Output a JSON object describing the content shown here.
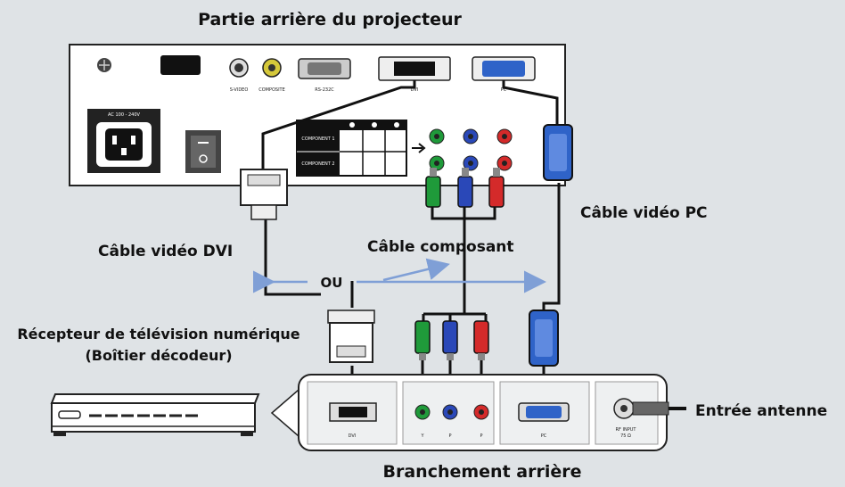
{
  "labels": {
    "projector_title": "Partie arrière du projecteur",
    "pc_cable": "Câble vidéo PC",
    "dvi_cable": "Câble vidéo DVI",
    "component_cable": "Câble composant",
    "or": "OU",
    "receiver_line1": "Récepteur de télévision numérique",
    "receiver_line2": "(Boîtier décodeur)",
    "antenna": "Entrée antenne",
    "rear_connection": "Branchement arrière"
  },
  "projector_ports": {
    "svideo": "S-VIDEO",
    "composite": "COMPOSITE",
    "rs232c": "RS-232C",
    "dvi": "DVI",
    "pc": "PC",
    "ac": "AC 100 - 240V",
    "component1": "COMPONENT 1",
    "component2": "COMPONENT 2"
  },
  "receiver_ports": {
    "dvi": "DVI",
    "y": "Y",
    "pb": "P",
    "pr": "P",
    "pc": "PC",
    "rf_line1": "RF INPUT",
    "rf_line2": "75 Ω"
  },
  "colors": {
    "background": "#dfe3e6",
    "cable_green": "#1f9a3a",
    "cable_blue": "#2a48b8",
    "cable_red": "#d42a2a",
    "vga_blue": "#2f63c8",
    "arrow_blue": "#7f9fd6"
  }
}
